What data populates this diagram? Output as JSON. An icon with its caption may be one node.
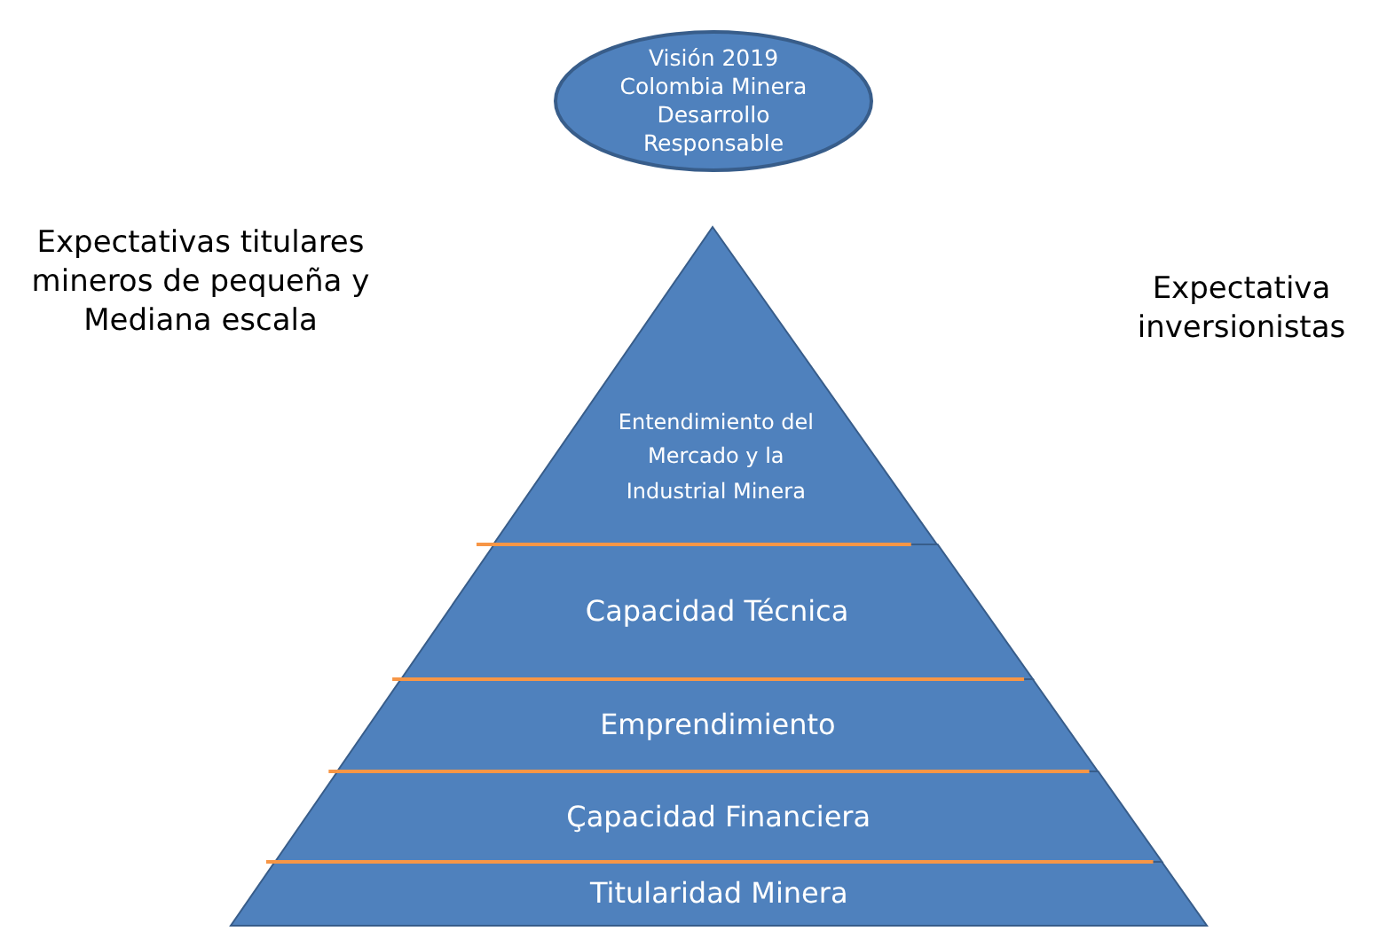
{
  "diagram": {
    "nodes": [
      {
        "text": [
          "Visión 2019 Colombia Minera Desarrollo Responsable"
        ]
      },
      {
        "text": [
          "Entendimiento del Mercado y la Industrial  Minera"
        ]
      },
      {
        "text": [
          "Capacidad Técnica"
        ]
      },
      {
        "text": [
          "Emprendimiento"
        ]
      },
      {
        "text": [
          "Çapacidad Financiera"
        ]
      },
      {
        "text": [
          "Titularidad Minera"
        ]
      }
    ],
    "labels": [
      "Expectativas titulares mineros de pequeña y Mediana escala",
      "Expectativa inversionistas"
    ]
  }
}
